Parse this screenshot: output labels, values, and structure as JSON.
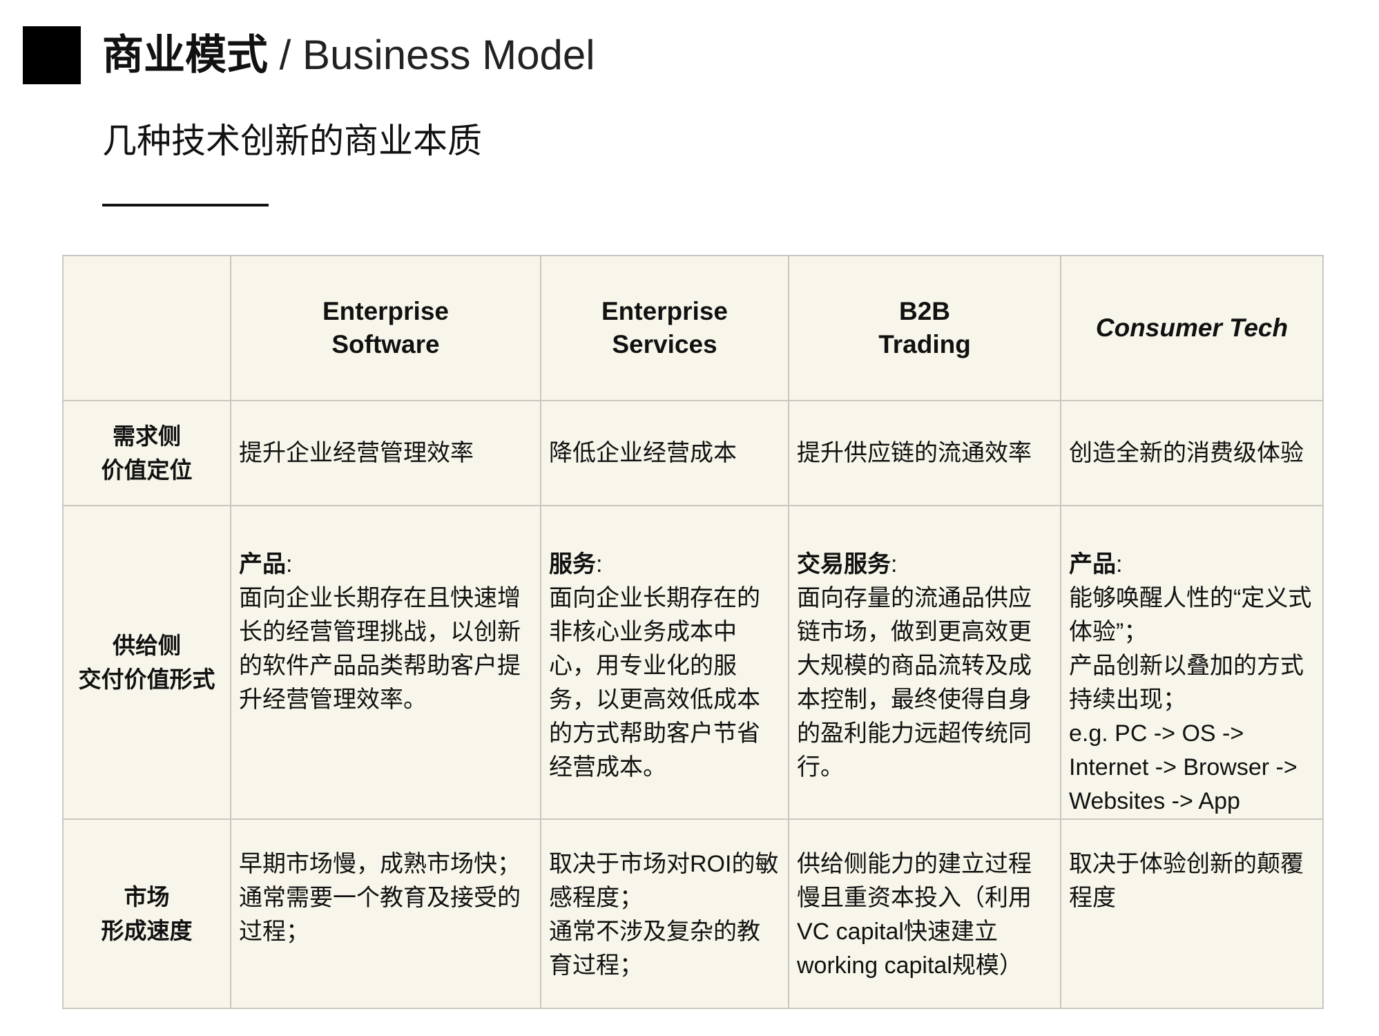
{
  "header": {
    "title_zh": "商业模式",
    "separator": "/",
    "title_en": "Business Model",
    "subtitle": "几种技术创新的商业本质"
  },
  "table": {
    "columns": [
      {
        "line1": "Enterprise",
        "line2": "Software"
      },
      {
        "line1": "Enterprise",
        "line2": "Services"
      },
      {
        "line1": "B2B",
        "line2": "Trading"
      },
      {
        "line1": "Consumer Tech",
        "line2": ""
      }
    ],
    "rows": [
      {
        "line1": "需求侧",
        "line2": "价值定位",
        "cells": [
          "提升企业经营管理效率",
          "降低企业经营成本",
          "提升供应链的流通效率",
          "创造全新的消费级体验"
        ]
      },
      {
        "line1": "供给侧",
        "line2": "交付价值形式",
        "cells": [
          {
            "label": "产品",
            "colon": ":",
            "text": "面向企业长期存在且快速增长的经营管理挑战，以创新的软件产品品类帮助客户提升经营管理效率。"
          },
          {
            "label": "服务",
            "colon": ":",
            "text": "面向企业长期存在的非核心业务成本中心，用专业化的服务，以更高效低成本的方式帮助客户节省经营成本。"
          },
          {
            "label": "交易服务",
            "colon": ":",
            "text": "面向存量的流通品供应链市场，做到更高效更大规模的商品流转及成本控制，最终使得自身的盈利能力远超传统同行。"
          },
          {
            "label": "产品",
            "colon": ":",
            "text": "能够唤醒人性的“定义式体验”；",
            "text2": "产品创新以叠加的方式持续出现；",
            "text3": "e.g. PC -> OS -> Internet -> Browser -> Websites -> App"
          }
        ]
      },
      {
        "line1": "市场",
        "line2": "形成速度",
        "cells": [
          {
            "a": "早期市场慢，成熟市场快；",
            "b": "通常需要一个教育及接受的过程；"
          },
          {
            "a": "取决于市场对ROI的敏感程度；",
            "b": "通常不涉及复杂的教育过程；"
          },
          {
            "a": "供给侧能力的建立过程慢且重资本投入（利用VC capital快速建立working capital规模）",
            "b": ""
          },
          {
            "a": "取决于体验创新的颠覆程度",
            "b": ""
          }
        ]
      }
    ]
  }
}
